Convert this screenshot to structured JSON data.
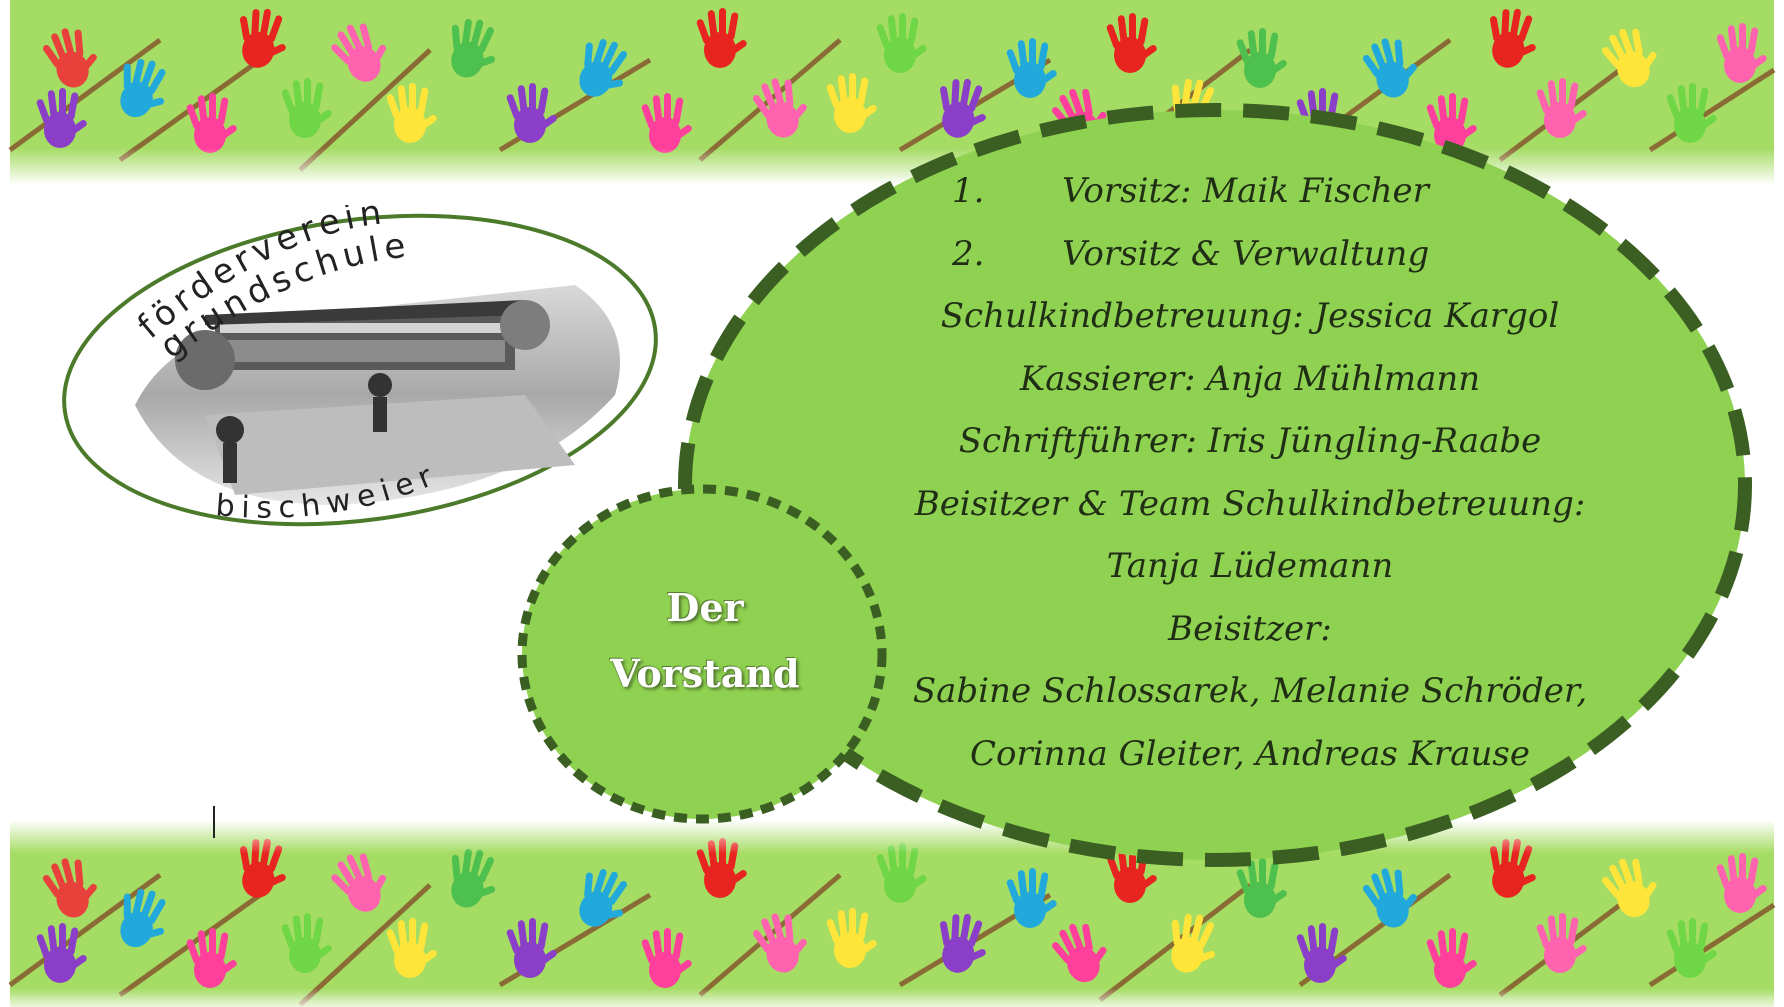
{
  "logo": {
    "line1": "förderverein",
    "line2": "grundschule",
    "line3": "bischweier"
  },
  "badge": {
    "line1": "Der",
    "line2": "Vorstand"
  },
  "board": {
    "chair1_number": "1.",
    "chair1_text": "Vorsitz: Maik Fischer",
    "chair2_number": "2.",
    "chair2_text": "Vorsitz & Verwaltung",
    "chair2_sub": "Schulkindbetreuung: Jessica Kargol",
    "treasurer": "Kassierer: Anja Mühlmann",
    "secretary": "Schriftführer: Iris Jüngling-Raabe",
    "assessor_team": "Beisitzer & Team Schulkindbetreuung:",
    "assessor_team_name": "Tanja Lüdemann",
    "assessors_label": "Beisitzer:",
    "assessors_line1": "Sabine Schlossarek, Melanie Schröder,",
    "assessors_line2": "Corinna Gleiter, Andreas Krause"
  },
  "colors": {
    "oval_fill": "#8fd150",
    "oval_border": "#3b5f22",
    "logo_border": "#4c7a2b",
    "banner_green": "#9ad65a"
  }
}
